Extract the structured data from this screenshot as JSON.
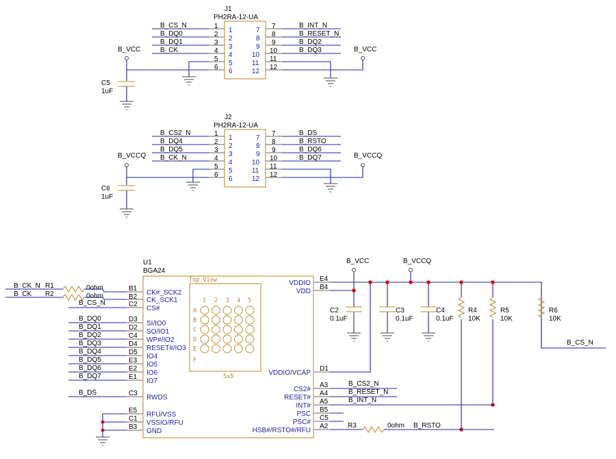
{
  "j1": {
    "ref": "J1",
    "part": "PH2RA-12-UA",
    "left_nets": [
      "B_CS_N",
      "B_DQ0",
      "B_DQ1",
      "B_CK"
    ],
    "right_nets": [
      "B_INT_N",
      "B_RESET_N",
      "B_DQ2",
      "B_DQ3"
    ],
    "ext_left_pins": [
      "1",
      "2",
      "3",
      "4",
      "5",
      "6"
    ],
    "ext_right_pins": [
      "7",
      "8",
      "9",
      "10",
      "11",
      "12"
    ],
    "int_left_pins": [
      "1",
      "2",
      "3",
      "4",
      "5",
      "6"
    ],
    "int_right_pins": [
      "7",
      "8",
      "9",
      "10",
      "11",
      "12"
    ],
    "pwr_left": "B_VCC",
    "pwr_right": "B_VCC"
  },
  "c5": {
    "ref": "C5",
    "value": "1uF"
  },
  "j2": {
    "ref": "J2",
    "part": "PH2RA-12-UA",
    "left_nets": [
      "B_CS2_N",
      "B_DQ4",
      "B_DQ5",
      "B_CK_N"
    ],
    "right_nets": [
      "B_DS",
      "B_RSTO",
      "B_DQ6",
      "B_DQ7"
    ],
    "ext_left_pins": [
      "1",
      "2",
      "3",
      "4",
      "5",
      "6"
    ],
    "ext_right_pins": [
      "7",
      "8",
      "9",
      "10",
      "11",
      "12"
    ],
    "int_left_pins": [
      "1",
      "2",
      "3",
      "4",
      "5",
      "6"
    ],
    "int_right_pins": [
      "7",
      "8",
      "9",
      "10",
      "11",
      "12"
    ],
    "pwr_left": "B_VCCQ",
    "pwr_right": "B_VCCQ"
  },
  "c6": {
    "ref": "C6",
    "value": "1uF"
  },
  "u1": {
    "ref": "U1",
    "part": "BGA24",
    "top_view": "Top View",
    "grid_size": "5x5",
    "grid_cols": [
      "1",
      "2",
      "3",
      "4",
      "5"
    ],
    "grid_rows": [
      "A",
      "B",
      "C",
      "D",
      "E",
      "F"
    ],
    "left_pins": [
      {
        "num": "B1",
        "name": "CK#_SCK2"
      },
      {
        "num": "B2",
        "name": "CK_SCK1"
      },
      {
        "num": "C2",
        "name": "CS#"
      },
      {
        "num": "D3",
        "name": "SI/IO0"
      },
      {
        "num": "D2",
        "name": "SO/IO1"
      },
      {
        "num": "C4",
        "name": "WP#/IO2"
      },
      {
        "num": "D4",
        "name": "RESET#/IO3"
      },
      {
        "num": "D5",
        "name": "IO4"
      },
      {
        "num": "E3",
        "name": "IO5"
      },
      {
        "num": "E2",
        "name": "IO6"
      },
      {
        "num": "E1",
        "name": "IO7"
      },
      {
        "num": "C3",
        "name": "RWDS"
      },
      {
        "num": "E5",
        "name": "RFU/VSS"
      },
      {
        "num": "C1",
        "name": "VSSIO/RFU"
      },
      {
        "num": "B3",
        "name": "GND"
      }
    ],
    "right_pins": [
      {
        "num": "E4",
        "name": "VDDIO"
      },
      {
        "num": "B4",
        "name": "VDD"
      },
      {
        "num": "D1",
        "name": "VDDIO/VCAP"
      },
      {
        "num": "A3",
        "name": "CS2#"
      },
      {
        "num": "A4",
        "name": "RESET#"
      },
      {
        "num": "A5",
        "name": "INT#"
      },
      {
        "num": "B5",
        "name": "PSC"
      },
      {
        "num": "C5",
        "name": "PSC#"
      },
      {
        "num": "A2",
        "name": "HSB#/RSTO#/RFU"
      }
    ]
  },
  "left_nets": {
    "ck_n": "B_CK_N",
    "ck": "B_CK",
    "cs_n": "B_CS_N",
    "dq": [
      "B_DQ0",
      "B_DQ1",
      "B_DQ2",
      "B_DQ3",
      "B_DQ4",
      "B_DQ5",
      "B_DQ6",
      "B_DQ7"
    ],
    "ds": "B_DS"
  },
  "r1": {
    "ref": "R1",
    "value": "0ohm"
  },
  "r2": {
    "ref": "R2",
    "value": "0ohm"
  },
  "r3": {
    "ref": "R3",
    "value": "0ohm"
  },
  "r4": {
    "ref": "R4",
    "value": "10K"
  },
  "r5": {
    "ref": "R5",
    "value": "10K"
  },
  "r6": {
    "ref": "R6",
    "value": "10K"
  },
  "c2": {
    "ref": "C2",
    "value": "0.1uF"
  },
  "c3": {
    "ref": "C3",
    "value": "0.1uF"
  },
  "c4": {
    "ref": "C4",
    "value": "0.1uF"
  },
  "right_nets": {
    "vcc": "B_VCC",
    "vccq": "B_VCCQ",
    "cs_n": "B_CS_N",
    "cs2_n": "B_CS2_N",
    "reset_n": "B_RESET_N",
    "int_n": "B_INT_N",
    "rsto": "B_RSTO"
  },
  "colors": {
    "wire": "#2020a0",
    "pin": "#9a9a9a",
    "body": "#c8a050",
    "junction": "#d01010",
    "pin_name": "#1e1e9c"
  }
}
